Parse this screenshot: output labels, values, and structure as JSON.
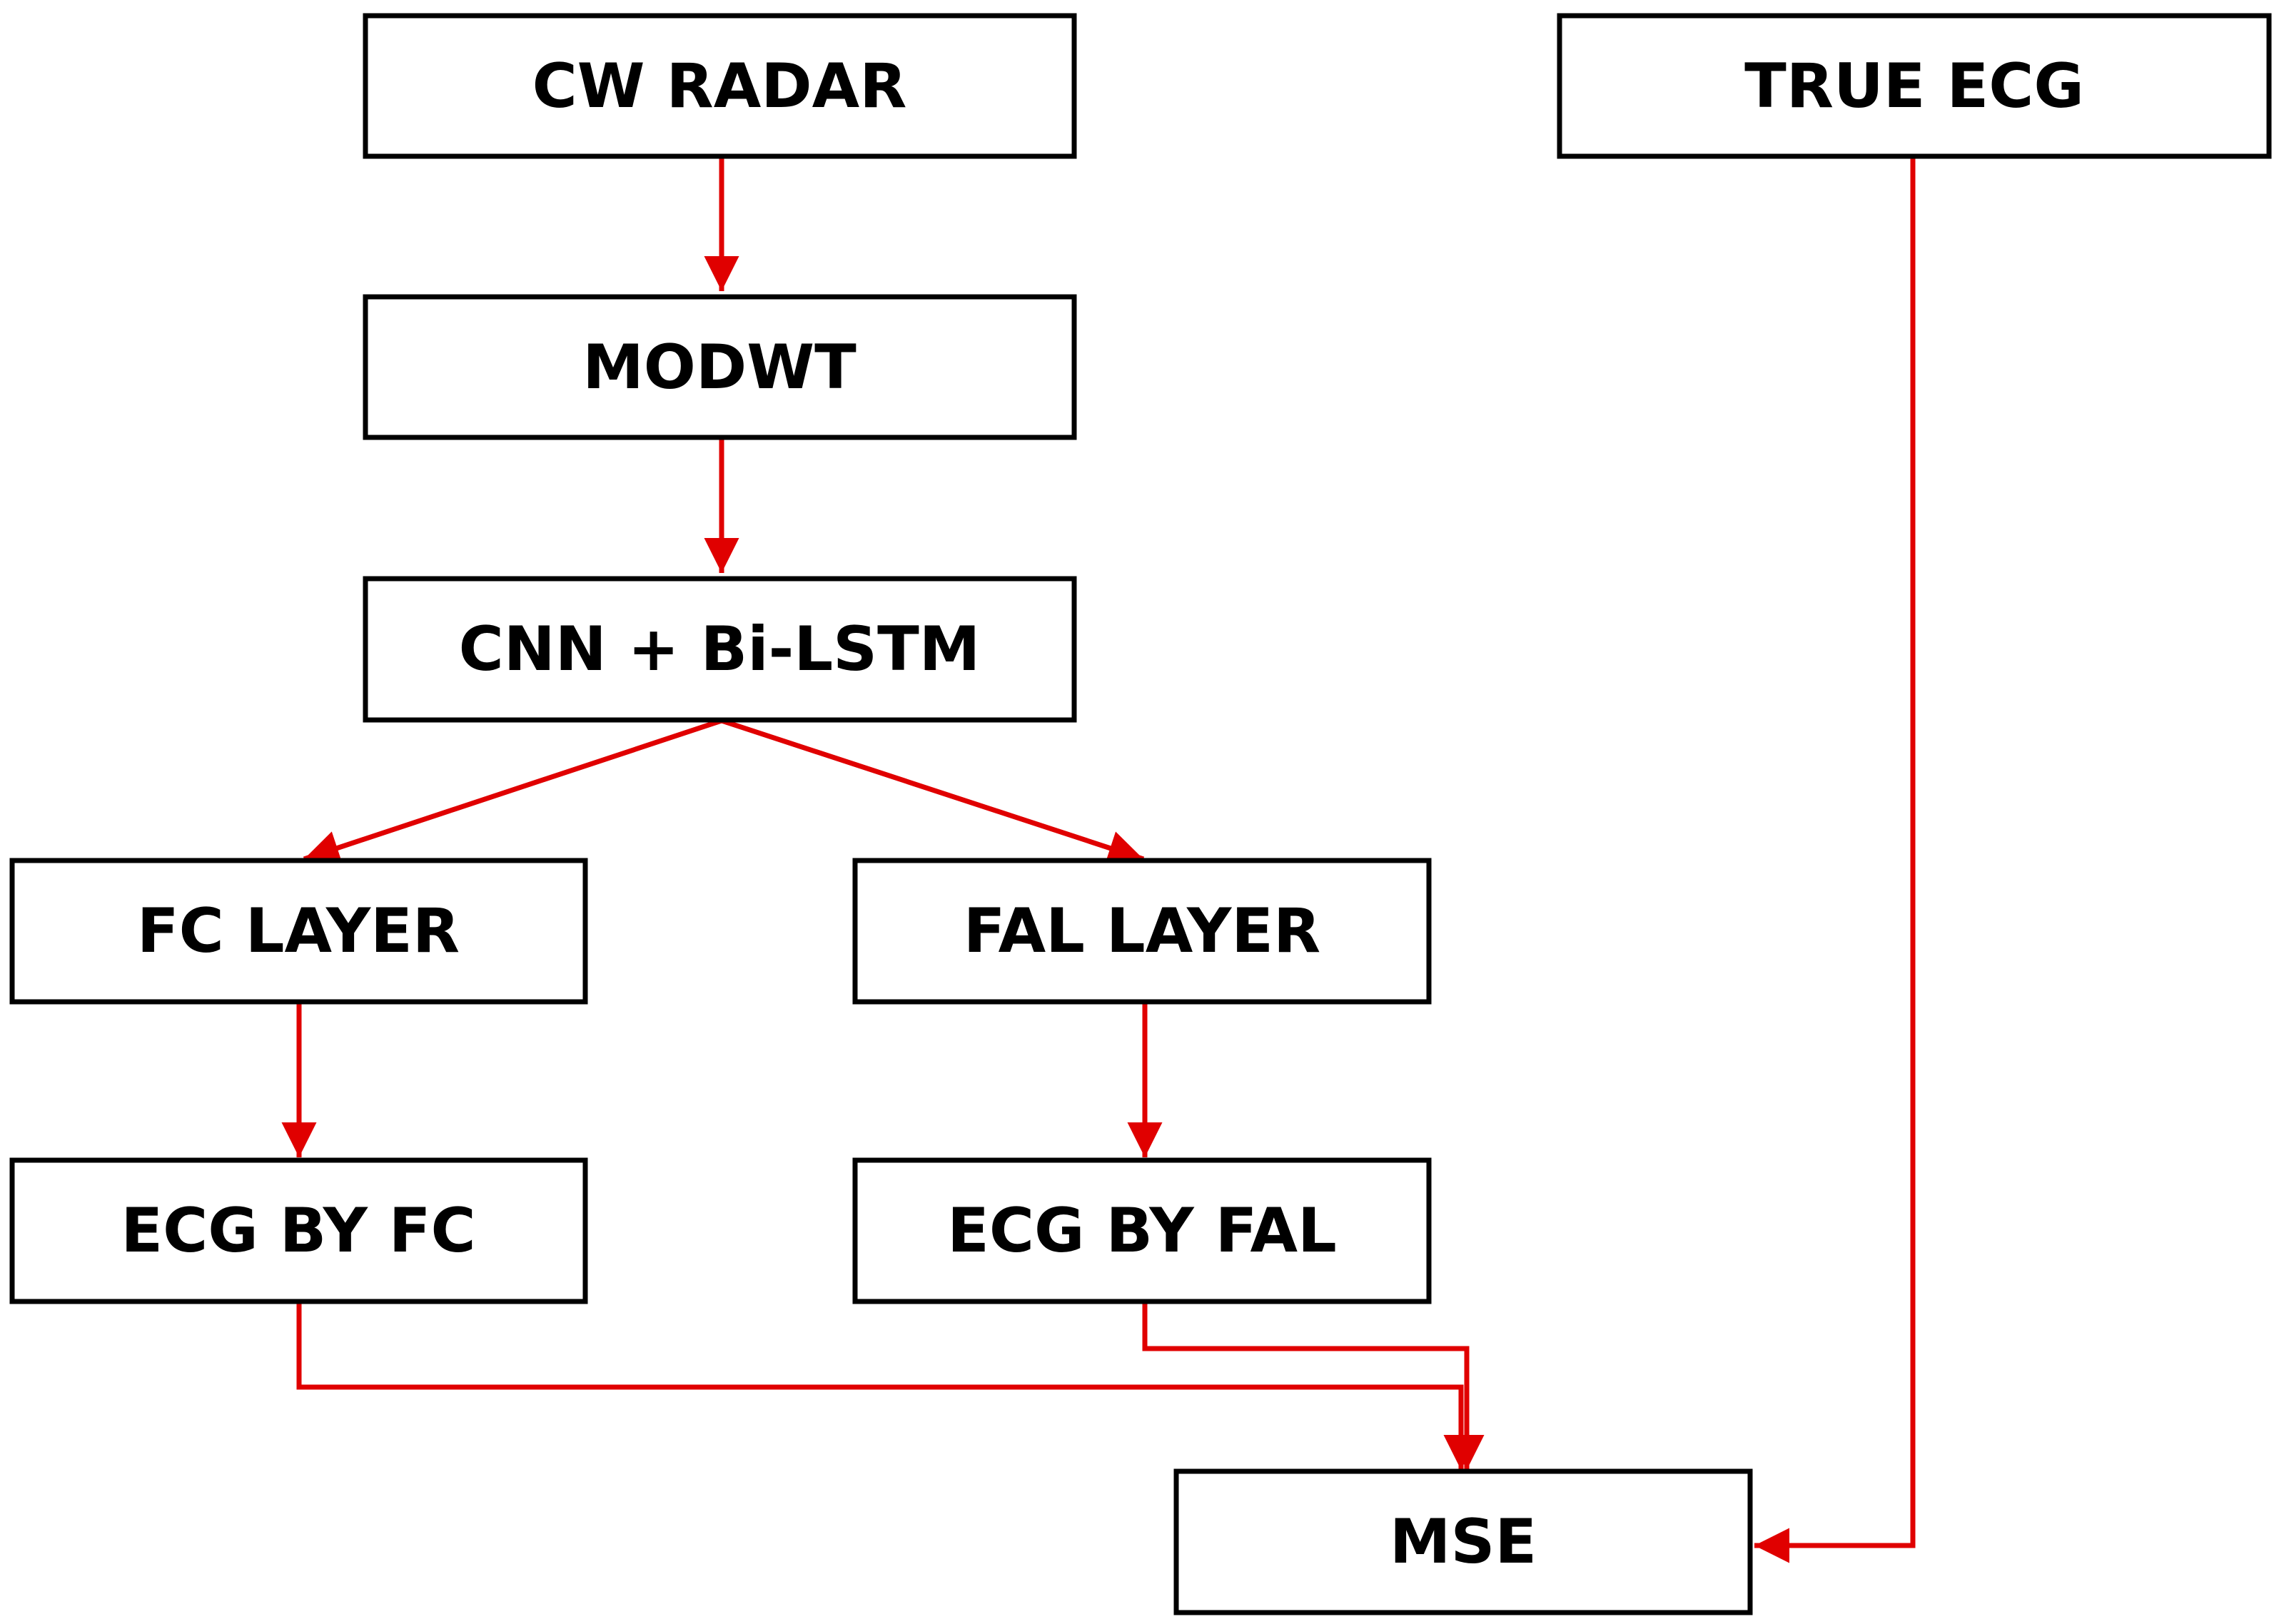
{
  "nodes": [
    {
      "id": "cw-radar",
      "label": "CW RADAR"
    },
    {
      "id": "true-ecg",
      "label": "TRUE ECG"
    },
    {
      "id": "modwt",
      "label": "MODWT"
    },
    {
      "id": "cnn-bilstm",
      "label": "CNN + Bi-LSTM"
    },
    {
      "id": "fc-layer",
      "label": "FC LAYER"
    },
    {
      "id": "fal-layer",
      "label": "FAL LAYER"
    },
    {
      "id": "ecg-by-fc",
      "label": "ECG BY FC"
    },
    {
      "id": "ecg-by-fal",
      "label": "ECG BY FAL"
    },
    {
      "id": "mse",
      "label": "MSE"
    }
  ],
  "edges": [
    {
      "from": "cw-radar",
      "to": "modwt"
    },
    {
      "from": "modwt",
      "to": "cnn-bilstm"
    },
    {
      "from": "cnn-bilstm",
      "to": "fc-layer"
    },
    {
      "from": "cnn-bilstm",
      "to": "fal-layer"
    },
    {
      "from": "fc-layer",
      "to": "ecg-by-fc"
    },
    {
      "from": "fal-layer",
      "to": "ecg-by-fal"
    },
    {
      "from": "ecg-by-fc",
      "to": "mse"
    },
    {
      "from": "ecg-by-fal",
      "to": "mse"
    },
    {
      "from": "true-ecg",
      "to": "mse"
    }
  ],
  "colors": {
    "edge": "#e00000",
    "box_border": "#000000",
    "box_fill": "#ffffff",
    "text": "#000000"
  }
}
